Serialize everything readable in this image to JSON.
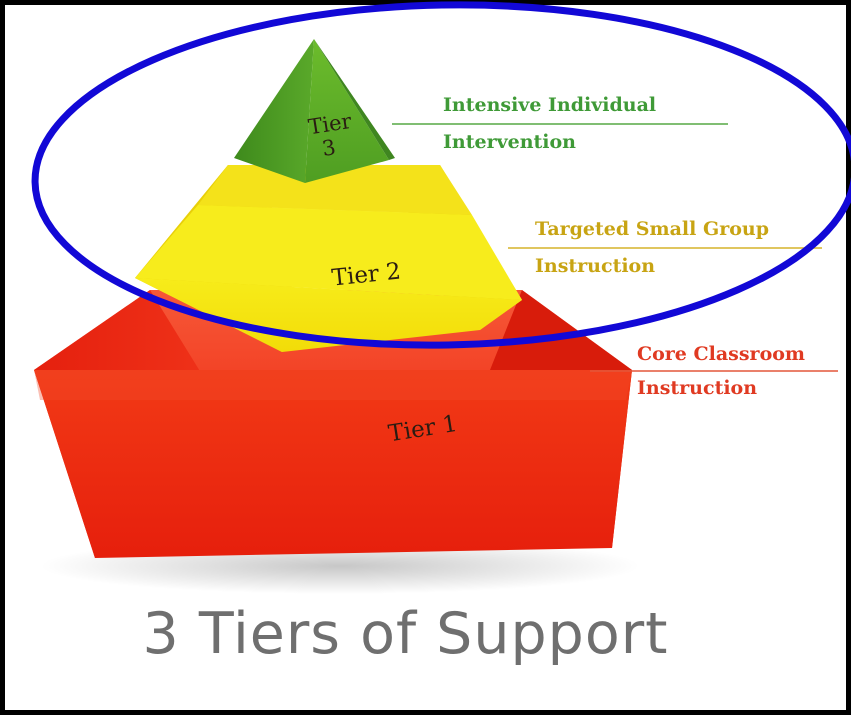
{
  "title": "3 Tiers of Support",
  "colors": {
    "tier1": "#ef2f13",
    "tier2": "#f4e40c",
    "tier3": "#52a52a",
    "highlight_ellipse": "#1208d6",
    "title_text": "#6f6f6f",
    "frame": "#000000"
  },
  "tiers": [
    {
      "id": "tier1",
      "label": "Tier 1",
      "desc_line1": "Core Classroom",
      "desc_line2": "Instruction",
      "desc_color": "#e03a22"
    },
    {
      "id": "tier2",
      "label": "Tier 2",
      "desc_line1": "Targeted Small Group",
      "desc_line2": "Instruction",
      "desc_color": "#c8a413"
    },
    {
      "id": "tier3",
      "label_line1": "Tier",
      "label_line2": "3",
      "desc_line1": "Intensive Individual",
      "desc_line2": "Intervention",
      "desc_color": "#3f9a37"
    }
  ],
  "highlight": {
    "shape": "ellipse",
    "encloses": [
      "tier3",
      "tier2"
    ]
  }
}
